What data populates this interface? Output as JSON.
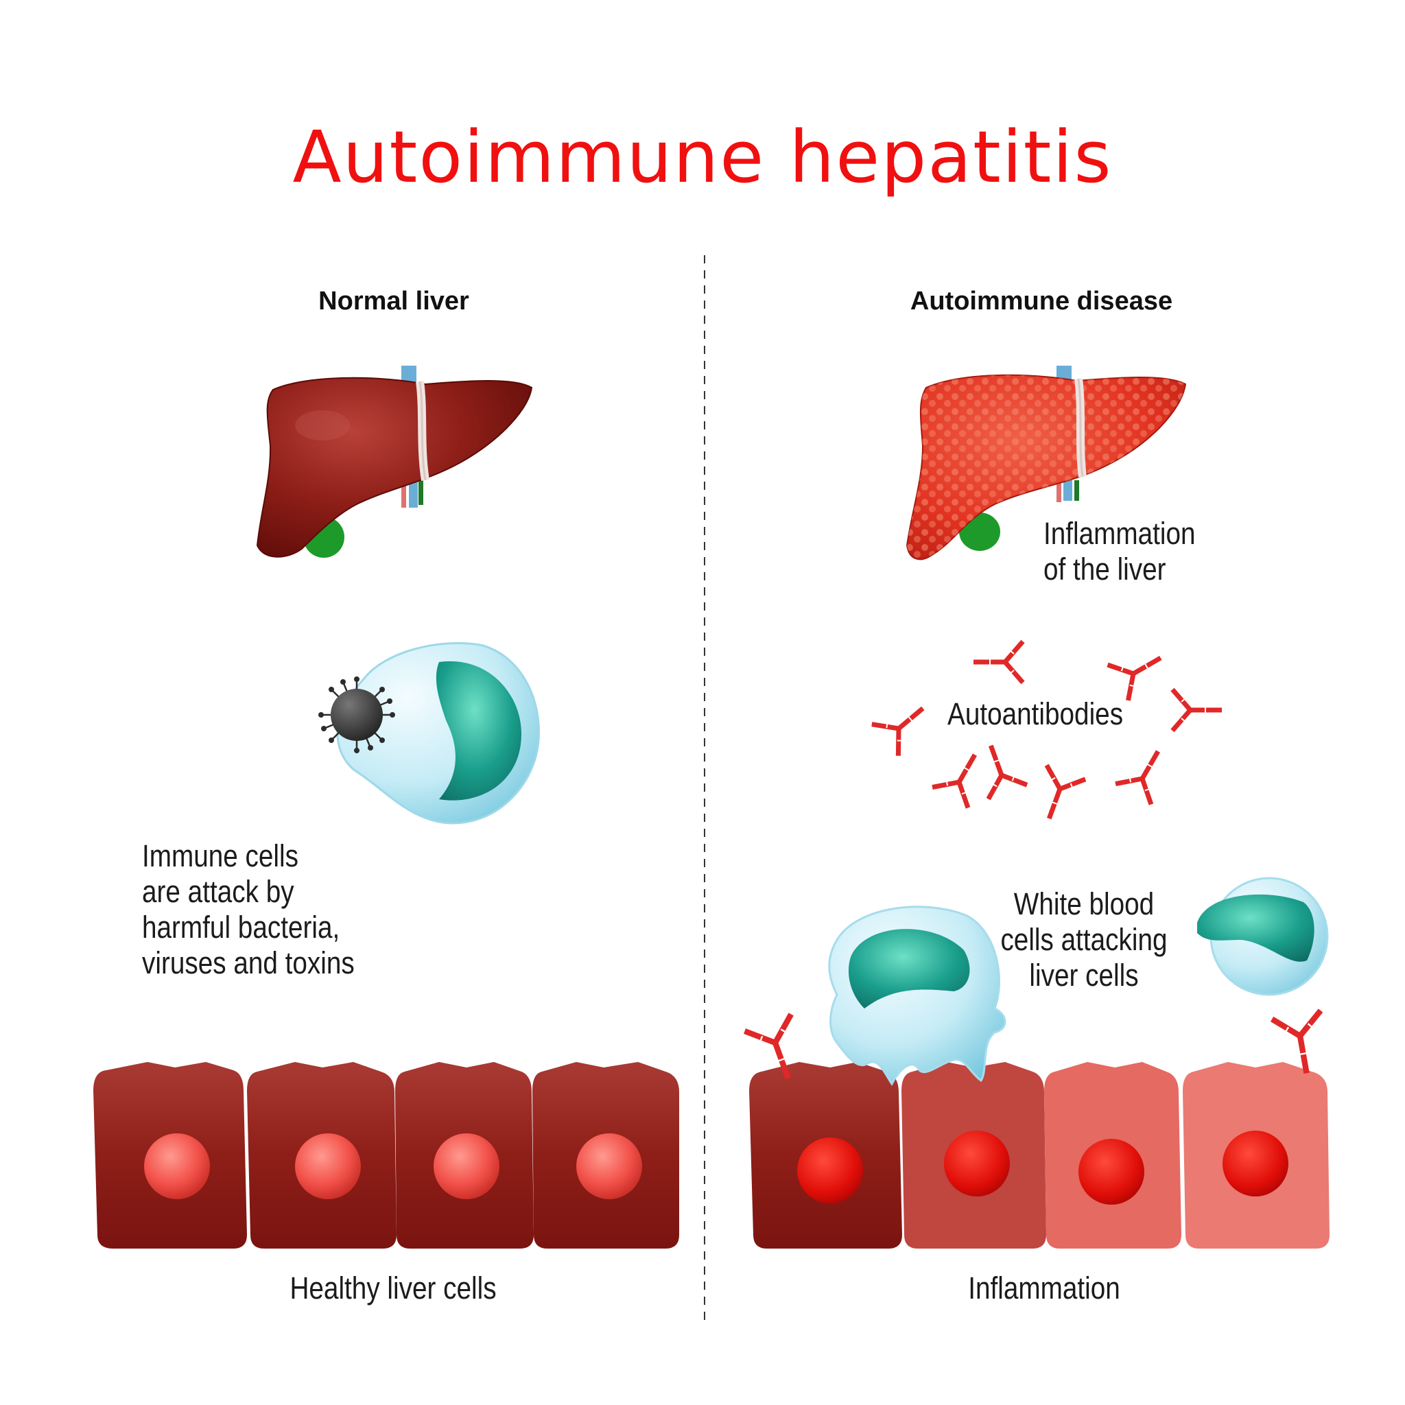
{
  "title": "Autoimmune hepatitis",
  "colors": {
    "title": "#f01010",
    "antibody": "#e02828",
    "healthy_liver": "#8e1e18",
    "inflamed_liver": "#e23322",
    "immune_cell": "#8fd8ea",
    "nucleus": "#1a9e8c",
    "gallbladder": "#1e9a2a",
    "virus": "#2c2c2c"
  },
  "left_panel": {
    "heading": "Normal liver",
    "immune_label": [
      "Immune cells",
      "are attack by",
      "harmful bacteria,",
      "viruses and toxins"
    ],
    "cells_label": "Healthy liver cells"
  },
  "right_panel": {
    "heading": "Autoimmune disease",
    "liver_label": [
      "Inflammation",
      "of the liver"
    ],
    "antibodies_label": "Autoantibodies",
    "wbc_label": [
      "White blood",
      "cells attacking",
      "liver cells"
    ],
    "cells_label": "Inflammation"
  },
  "icons": [
    "liver-icon",
    "inflamed-liver-icon",
    "virus-icon",
    "immune-cell-icon",
    "antibody-icon",
    "white-blood-cell-icon",
    "liver-cell-icon"
  ]
}
